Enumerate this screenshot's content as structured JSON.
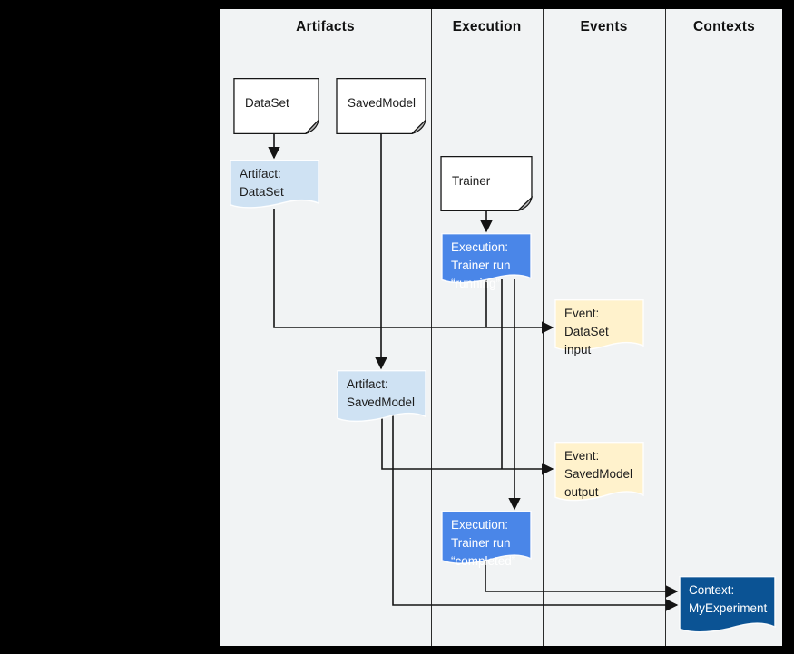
{
  "diagram": {
    "kind": "ml-metadata-flow",
    "lanes": [
      {
        "label": "Artifacts"
      },
      {
        "label": "Execution"
      },
      {
        "label": "Events"
      },
      {
        "label": "Contexts"
      }
    ],
    "colors": {
      "artifact": "#cfe2f3",
      "execution": "#4a86e8",
      "event": "#fff2cc",
      "context": "#0b5394",
      "note": "#ffffff",
      "line": "#141414",
      "canvas": "#f1f3f4",
      "frame": "#000000"
    },
    "nodes": {
      "dataset": {
        "label": "DataSet"
      },
      "savedmodel": {
        "label": "SavedModel"
      },
      "trainer": {
        "label": "Trainer"
      },
      "artifact_dataset": {
        "label": "Artifact:\nDataSet"
      },
      "execution_running": {
        "label": "Execution:\nTrainer run\n“running”"
      },
      "event_dataset_input": {
        "label": "Event:\nDataSet input"
      },
      "artifact_savedmodel": {
        "label": "Artifact:\nSavedModel"
      },
      "event_savedmodel_output": {
        "label": "Event:\nSavedModel\noutput"
      },
      "execution_completed": {
        "label": "Execution:\nTrainer run\n“completed”"
      },
      "context_myexperiment": {
        "label": "Context:\nMyExperiment"
      }
    }
  }
}
